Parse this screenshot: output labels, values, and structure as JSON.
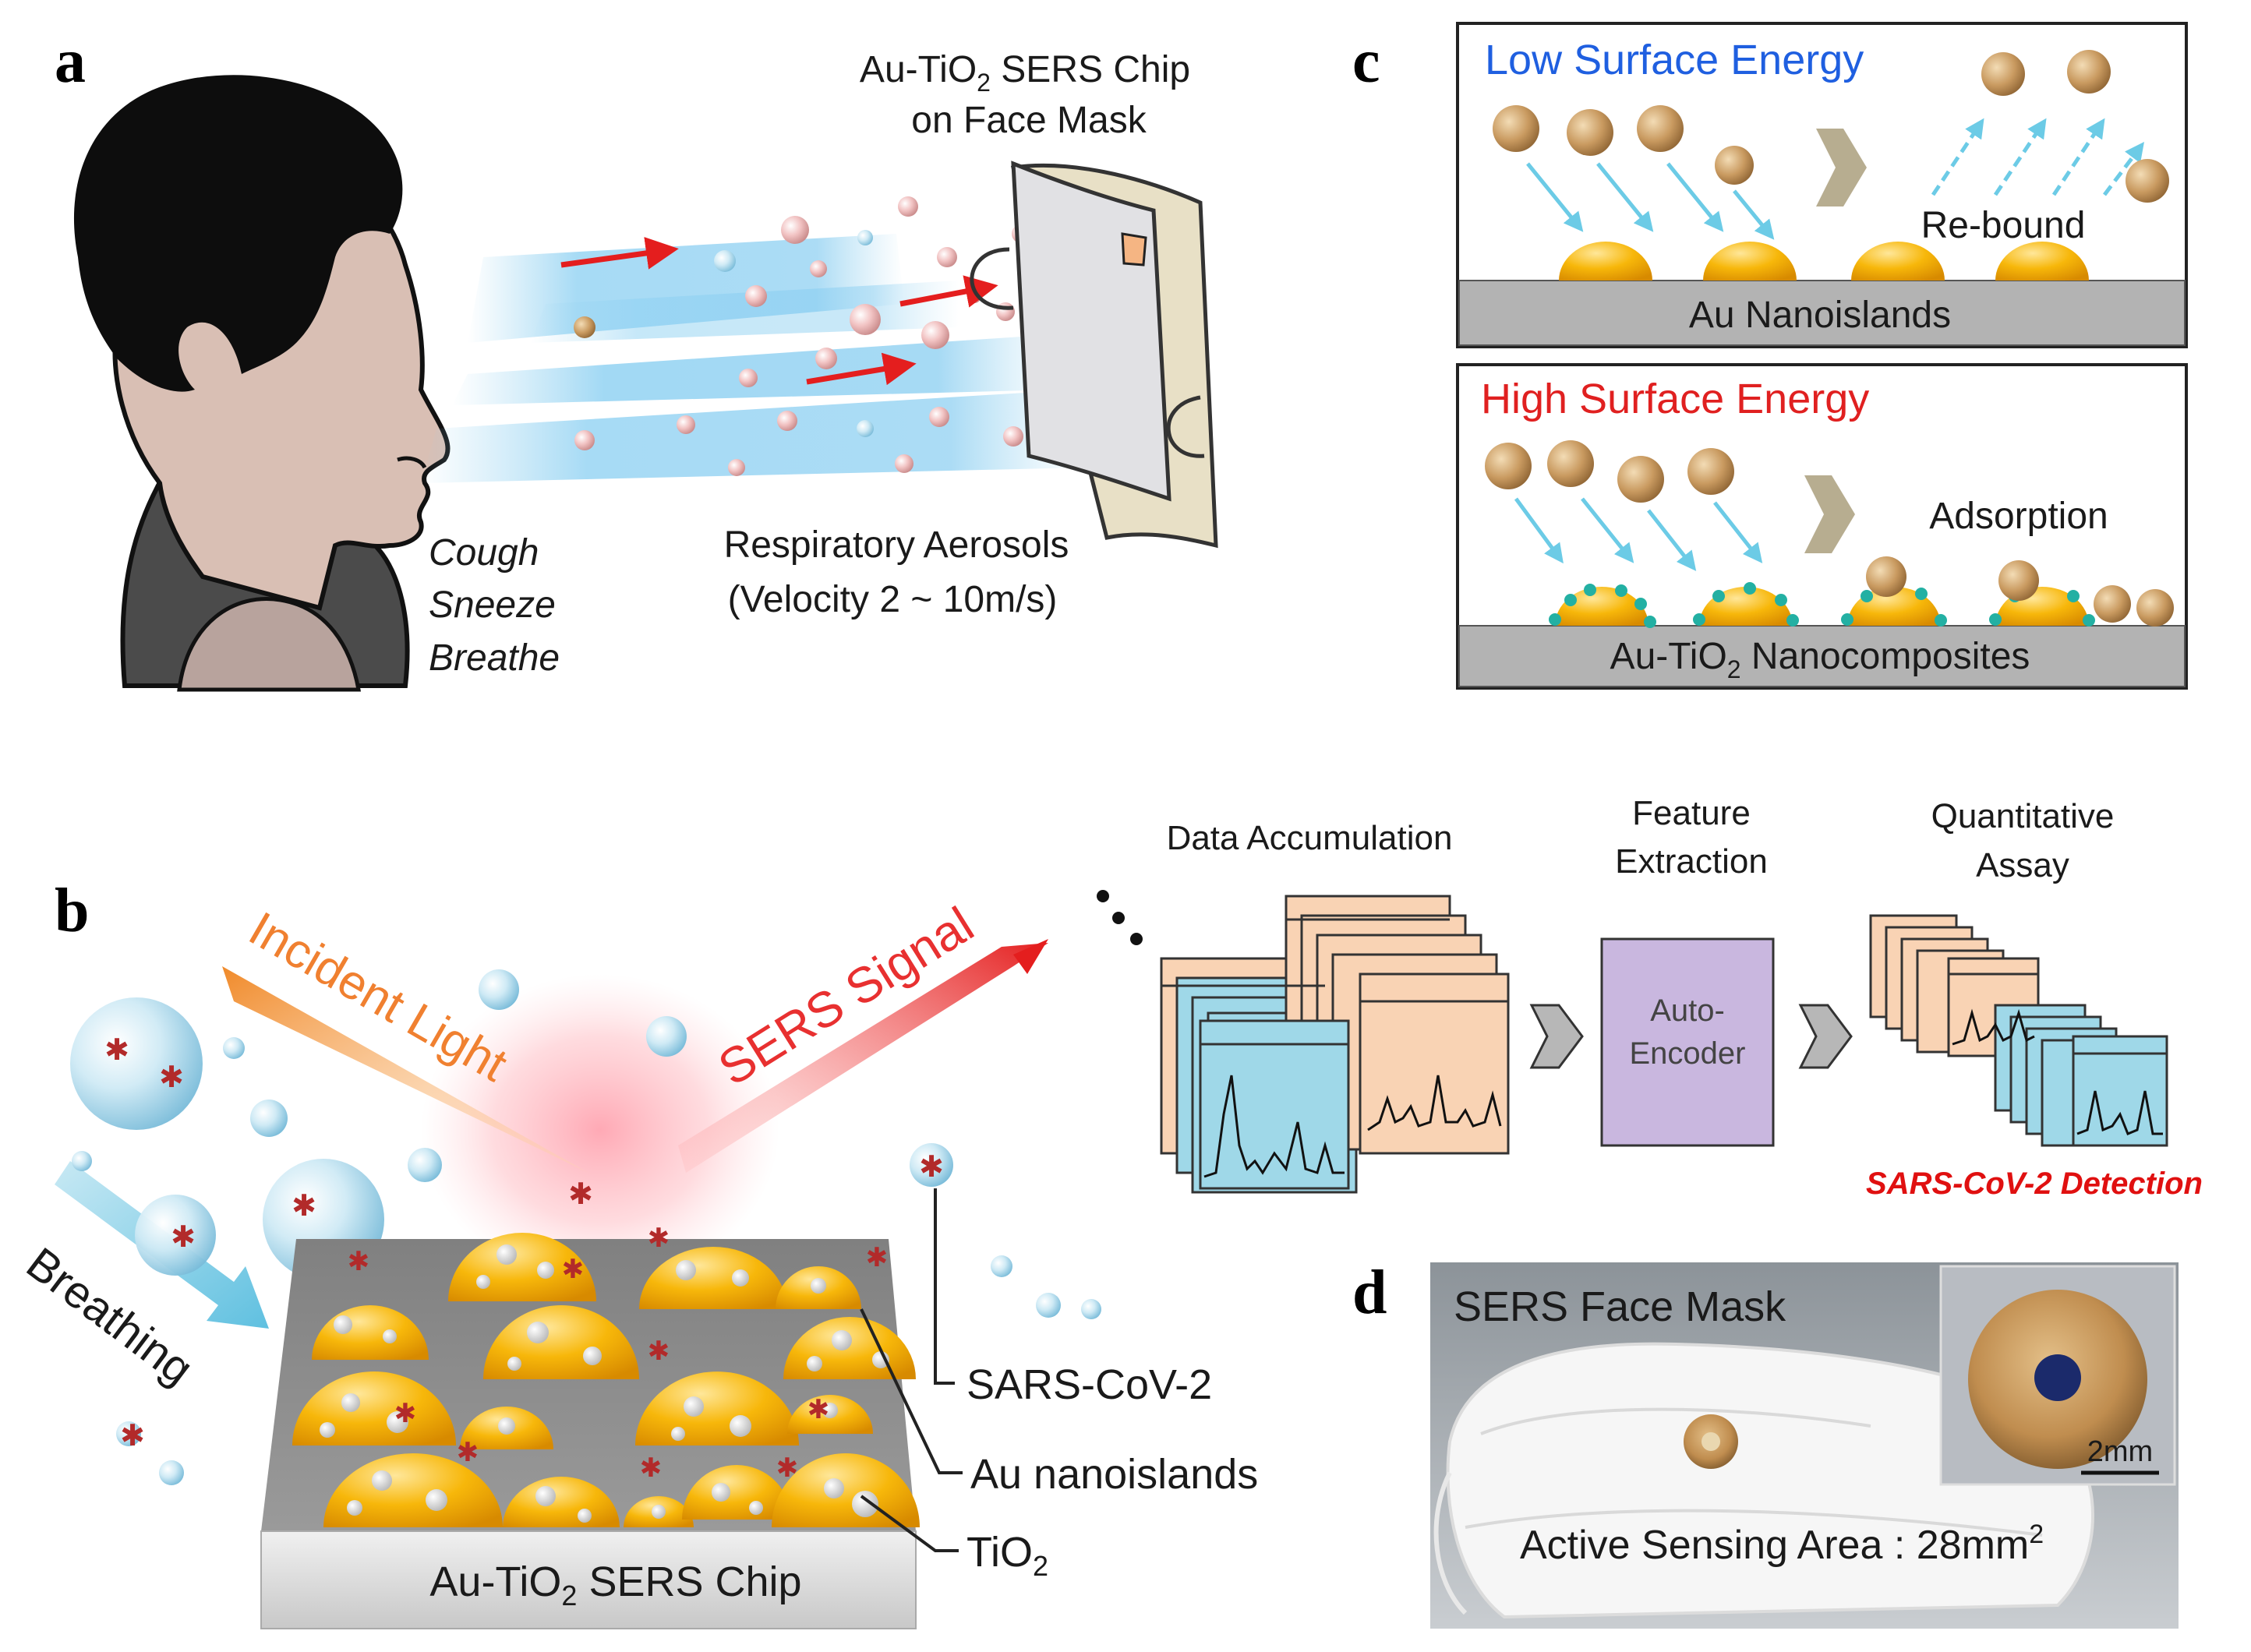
{
  "panels": {
    "a": "a",
    "b": "b",
    "c": "c",
    "d": "d"
  },
  "panel_a": {
    "chip_title_1": "Au-TiO",
    "chip_title_sub": "2",
    "chip_title_2": " SERS Chip",
    "chip_title_line2": "on Face Mask",
    "actions": [
      "Cough",
      "Sneeze",
      "Breathe"
    ],
    "aerosols_label": "Respiratory Aerosols",
    "velocity_label": "(Velocity 2 ~ 10m/s)"
  },
  "panel_b": {
    "incident_light": "Incident Light",
    "sers_signal": "SERS Signal",
    "breathing": "Breathing",
    "chip_label_1": "Au-TiO",
    "chip_label_sub": "2",
    "chip_label_2": " SERS Chip",
    "legend_virus": "SARS-CoV-2",
    "legend_au": "Au nanoislands",
    "legend_tio2": "TiO",
    "legend_tio2_sub": "2",
    "pipeline": {
      "step1": "Data Accumulation",
      "step2_line1": "Feature",
      "step2_line2": "Extraction",
      "step3_line1": "Quantitative",
      "step3_line2": "Assay",
      "encoder_line1": "Auto-",
      "encoder_line2": "Encoder",
      "detection": "SARS-CoV-2 Detection"
    }
  },
  "panel_c": {
    "low_title": "Low Surface Energy",
    "rebound": "Re-bound",
    "low_substrate": "Au Nanoislands",
    "high_title": "High Surface Energy",
    "adsorption": "Adsorption",
    "high_substrate_1": "Au-TiO",
    "high_substrate_sub": "2",
    "high_substrate_2": " Nanocomposites"
  },
  "panel_d": {
    "title": "SERS Face Mask",
    "scale": "2mm",
    "area_1": "Active Sensing Area : 28mm",
    "area_sup": "2"
  },
  "colors": {
    "low_title": "#1f5fe0",
    "high_title": "#e02020",
    "detection": "#e01010",
    "incident_light": "#f08030",
    "sers_signal": "#e83030",
    "gold": "#f5b400",
    "spectrum_blue": "#9fd8e8",
    "spectrum_orange": "#f9d3b4",
    "encoder": "#c9b7df"
  }
}
